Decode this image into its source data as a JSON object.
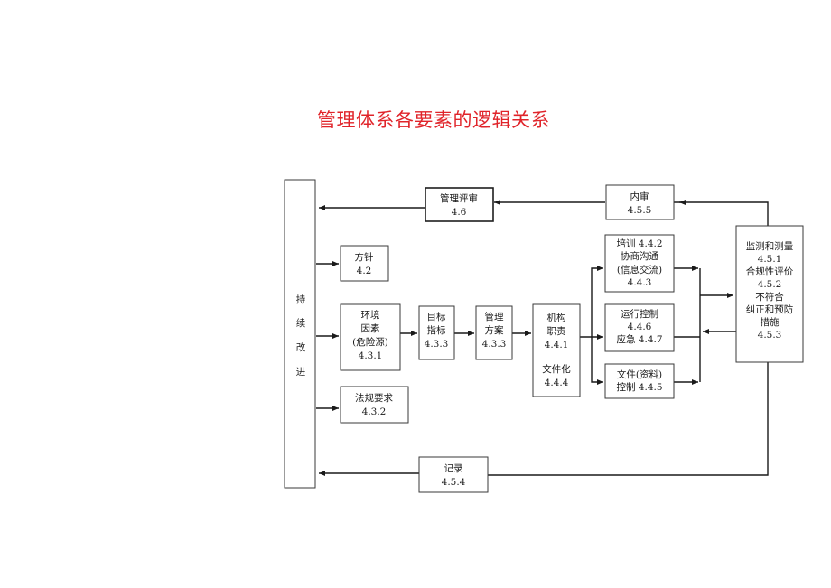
{
  "title": "管理体系各要素的逻辑关系",
  "nodes": {
    "continuous": [
      "持",
      "续",
      "改",
      "进"
    ],
    "mgmt_review": [
      "管理评审",
      "4.6"
    ],
    "internal_audit": [
      "内审",
      "4.5.5"
    ],
    "policy": [
      "方针",
      "4.2"
    ],
    "env_factors": [
      "环境",
      "因素",
      "(危险源)",
      "4.3.1"
    ],
    "legal": [
      "法规要求",
      "4.3.2"
    ],
    "objectives": [
      "目标",
      "指标",
      "4.3.3"
    ],
    "program": [
      "管理",
      "方案",
      "4.3.3"
    ],
    "org": [
      "机构",
      "职责",
      "4.4.1",
      "",
      "文件化",
      "4.4.4"
    ],
    "training": [
      "培训 4.4.2",
      "协商沟通",
      "(信息交流)",
      "4.4.3"
    ],
    "operation": [
      "运行控制",
      "4.4.6",
      "应急 4.4.7"
    ],
    "documents": [
      "文件(资料)",
      "控制 4.4.5"
    ],
    "monitoring": [
      "监测和测量",
      "4.5.1",
      "合规性评价",
      "4.5.2",
      "不符合",
      "纠正和预防",
      "措施",
      "4.5.3"
    ],
    "records": [
      "记录",
      "4.5.4"
    ]
  }
}
